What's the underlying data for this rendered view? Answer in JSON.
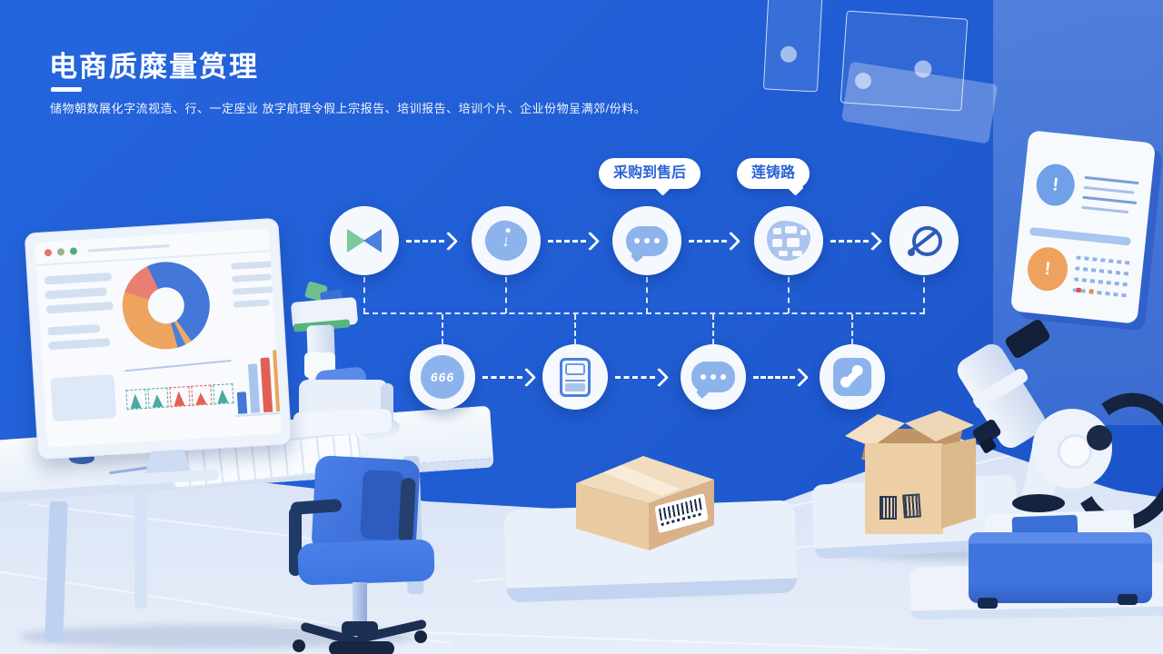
{
  "header": {
    "title": "电商质糜量筼理",
    "subtitle": "储物朝数展化字流视造、行、一定座业 放字航理令假上宗报告、培训报告、培训个片、企业份物呈满郊/份料。"
  },
  "flow": {
    "bubbles": [
      {
        "label": "采购到售后"
      },
      {
        "label": "莲铸路"
      }
    ],
    "top_row": [
      {
        "icon": "merge-triangles-icon"
      },
      {
        "icon": "download-blob-icon",
        "glyph": "↓"
      },
      {
        "icon": "chat-dots-icon"
      },
      {
        "icon": "dashboard-mosaic-icon"
      },
      {
        "icon": "inspect-slash-icon"
      }
    ],
    "bottom_row": [
      {
        "icon": "gesture-666-icon",
        "glyph": "666"
      },
      {
        "icon": "document-icon"
      },
      {
        "icon": "chat-dots-icon"
      },
      {
        "icon": "phone-icon"
      }
    ]
  },
  "inspection_card": {
    "alert_top": "!",
    "alert_bottom": "!"
  },
  "colors": {
    "background": "#2160d4",
    "wall_band": "#5282e2",
    "floor": "#dbe5f5",
    "node_fill": "#f5f8fd",
    "icon_light_blue": "#8db3ec",
    "icon_blue": "#3c74d9",
    "icon_navy": "#2d5cb8",
    "green": "#7cc79b",
    "salmon": "#e8796a",
    "orange": "#edac62",
    "cardboard": "#e9cba2",
    "chair_blue": "#3d75e0",
    "bubble_text": "#2a63d6"
  }
}
